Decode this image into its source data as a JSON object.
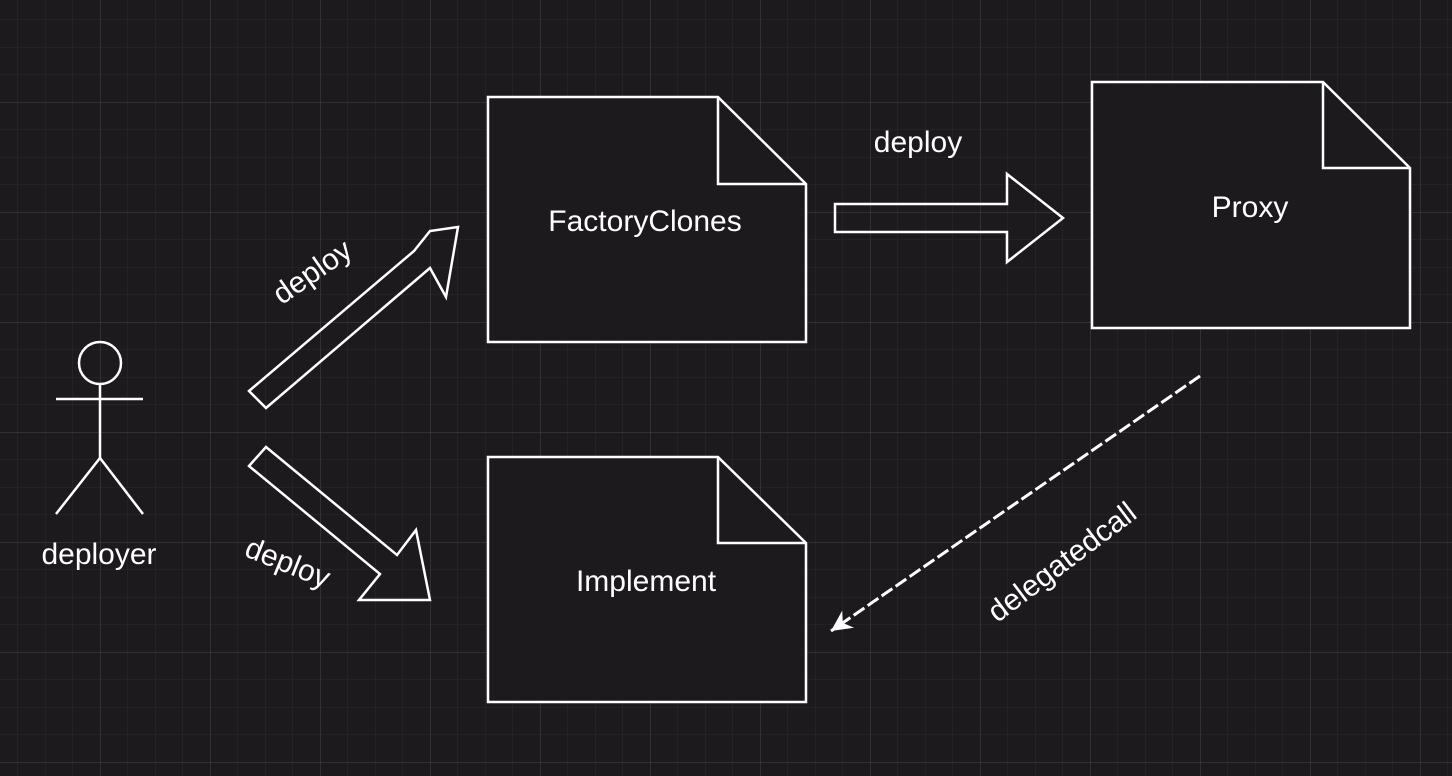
{
  "diagram": {
    "background_color": "#1c1a1d",
    "grid_color": "#3a383c",
    "stroke_color": "#ffffff",
    "actor": {
      "label": "deployer"
    },
    "nodes": {
      "factory": {
        "label": "FactoryClones"
      },
      "proxy": {
        "label": "Proxy"
      },
      "implement": {
        "label": "Implement"
      }
    },
    "edges": {
      "deployer_to_factory": {
        "label": "deploy"
      },
      "deployer_to_implement": {
        "label": "deploy"
      },
      "factory_to_proxy": {
        "label": "deploy"
      },
      "proxy_to_implement": {
        "label": "delegatedcall"
      }
    }
  }
}
